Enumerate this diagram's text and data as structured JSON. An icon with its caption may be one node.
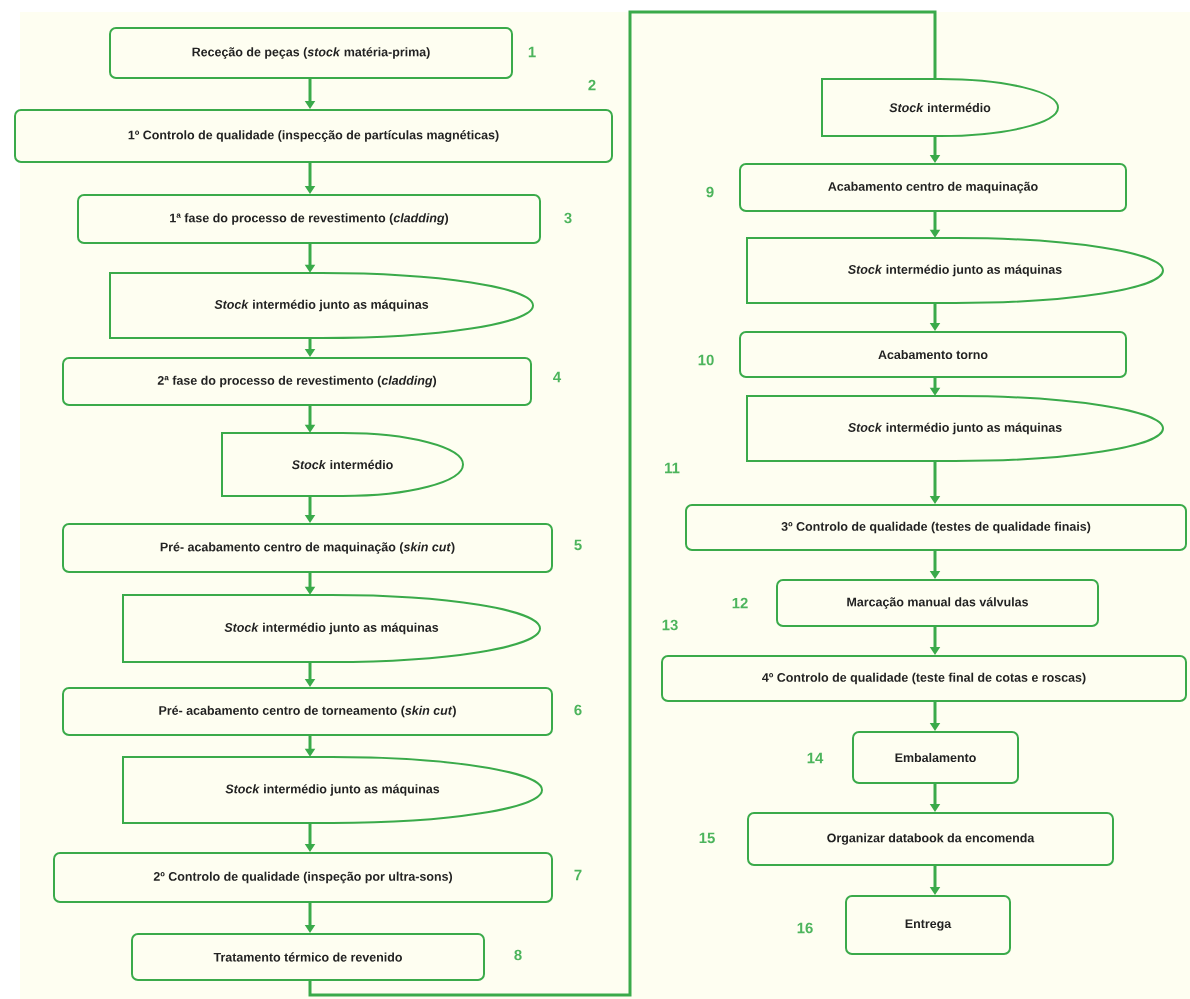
{
  "diagram": {
    "nodes": [
      {
        "text": [
          "Receção de peças (*stock* matéria-prima)"
        ],
        "beside": [
          "1"
        ]
      },
      {
        "text": [
          "1º Controlo de qualidade (inspecção de partículas magnéticas)"
        ],
        "beside": [
          "2"
        ]
      },
      {
        "text": [
          "1ª fase do processo de revestimento (*cladding*)"
        ],
        "beside": [
          "3"
        ]
      },
      {
        "text": [
          "*Stock* intermédio junto as máquinas"
        ]
      },
      {
        "text": [
          "2ª fase do processo de revestimento (*cladding*)"
        ],
        "beside": [
          "4"
        ]
      },
      {
        "text": [
          "*Stock* intermédio"
        ]
      },
      {
        "text": [
          "Pré- acabamento centro de maquinação (*skin cut*)"
        ],
        "beside": [
          "5"
        ]
      },
      {
        "text": [
          "*Stock* intermédio junto as máquinas"
        ]
      },
      {
        "text": [
          "Pré- acabamento centro de torneamento (*skin cut*)"
        ],
        "beside": [
          "6"
        ]
      },
      {
        "text": [
          "*Stock* intermédio junto as máquinas"
        ]
      },
      {
        "text": [
          "2º Controlo de qualidade (inspeção por ultra-sons)"
        ],
        "beside": [
          "7"
        ]
      },
      {
        "text": [
          "Tratamento térmico de revenido"
        ],
        "beside": [
          "8"
        ]
      },
      {
        "text": [
          "*Stock* intermédio"
        ]
      },
      {
        "text": [
          "Acabamento centro de maquinação"
        ],
        "beside": [
          "9"
        ]
      },
      {
        "text": [
          "*Stock* intermédio junto as máquinas"
        ]
      },
      {
        "text": [
          "Acabamento torno"
        ],
        "beside": [
          "10"
        ]
      },
      {
        "text": [
          "*Stock* intermédio junto as máquinas"
        ]
      },
      {
        "text": [
          "3º Controlo de qualidade (testes de qualidade finais)"
        ]
      },
      {
        "text": [
          "Marcação manual das válvulas"
        ],
        "beside": [
          "12"
        ]
      },
      {
        "text": [
          "4º Controlo de qualidade (teste final de cotas e roscas)"
        ],
        "beside": [
          "13"
        ]
      },
      {
        "text": [
          "Embalamento"
        ],
        "beside": [
          "14"
        ]
      },
      {
        "text": [
          "Organizar databook da encomenda"
        ],
        "beside": [
          "15"
        ]
      },
      {
        "text": [
          "Entrega"
        ],
        "beside": [
          "16"
        ]
      }
    ],
    "edges": [
      {
        "from": 0,
        "to": 1,
        "arrow": "to"
      },
      {
        "from": 1,
        "to": 2,
        "arrow": "to"
      },
      {
        "from": 2,
        "to": 3,
        "arrow": "to"
      },
      {
        "from": 3,
        "to": 4,
        "arrow": "to"
      },
      {
        "from": 4,
        "to": 5,
        "arrow": "to"
      },
      {
        "from": 5,
        "to": 6,
        "arrow": "to"
      },
      {
        "from": 6,
        "to": 7,
        "arrow": "to"
      },
      {
        "from": 7,
        "to": 8,
        "arrow": "to"
      },
      {
        "from": 8,
        "to": 9,
        "arrow": "to"
      },
      {
        "from": 9,
        "to": 10,
        "arrow": "to"
      },
      {
        "from": 10,
        "to": 11,
        "arrow": "to"
      },
      {
        "from": 11,
        "to": 12,
        "arrow": "none"
      },
      {
        "from": 12,
        "to": 13,
        "arrow": "to"
      },
      {
        "from": 13,
        "to": 14,
        "arrow": "to"
      },
      {
        "from": 14,
        "to": 15,
        "arrow": "to"
      },
      {
        "from": 15,
        "to": 16,
        "arrow": "to"
      },
      {
        "from": 16,
        "to": 17,
        "arrow": "to"
      },
      {
        "from": 17,
        "to": 18,
        "arrow": "to"
      },
      {
        "from": 18,
        "to": 19,
        "arrow": "to"
      },
      {
        "from": 19,
        "to": 20,
        "arrow": "to"
      },
      {
        "from": 20,
        "to": 21,
        "arrow": "to"
      },
      {
        "from": 21,
        "to": 22,
        "arrow": "to"
      }
    ],
    "labels": [
      "11"
    ]
  }
}
